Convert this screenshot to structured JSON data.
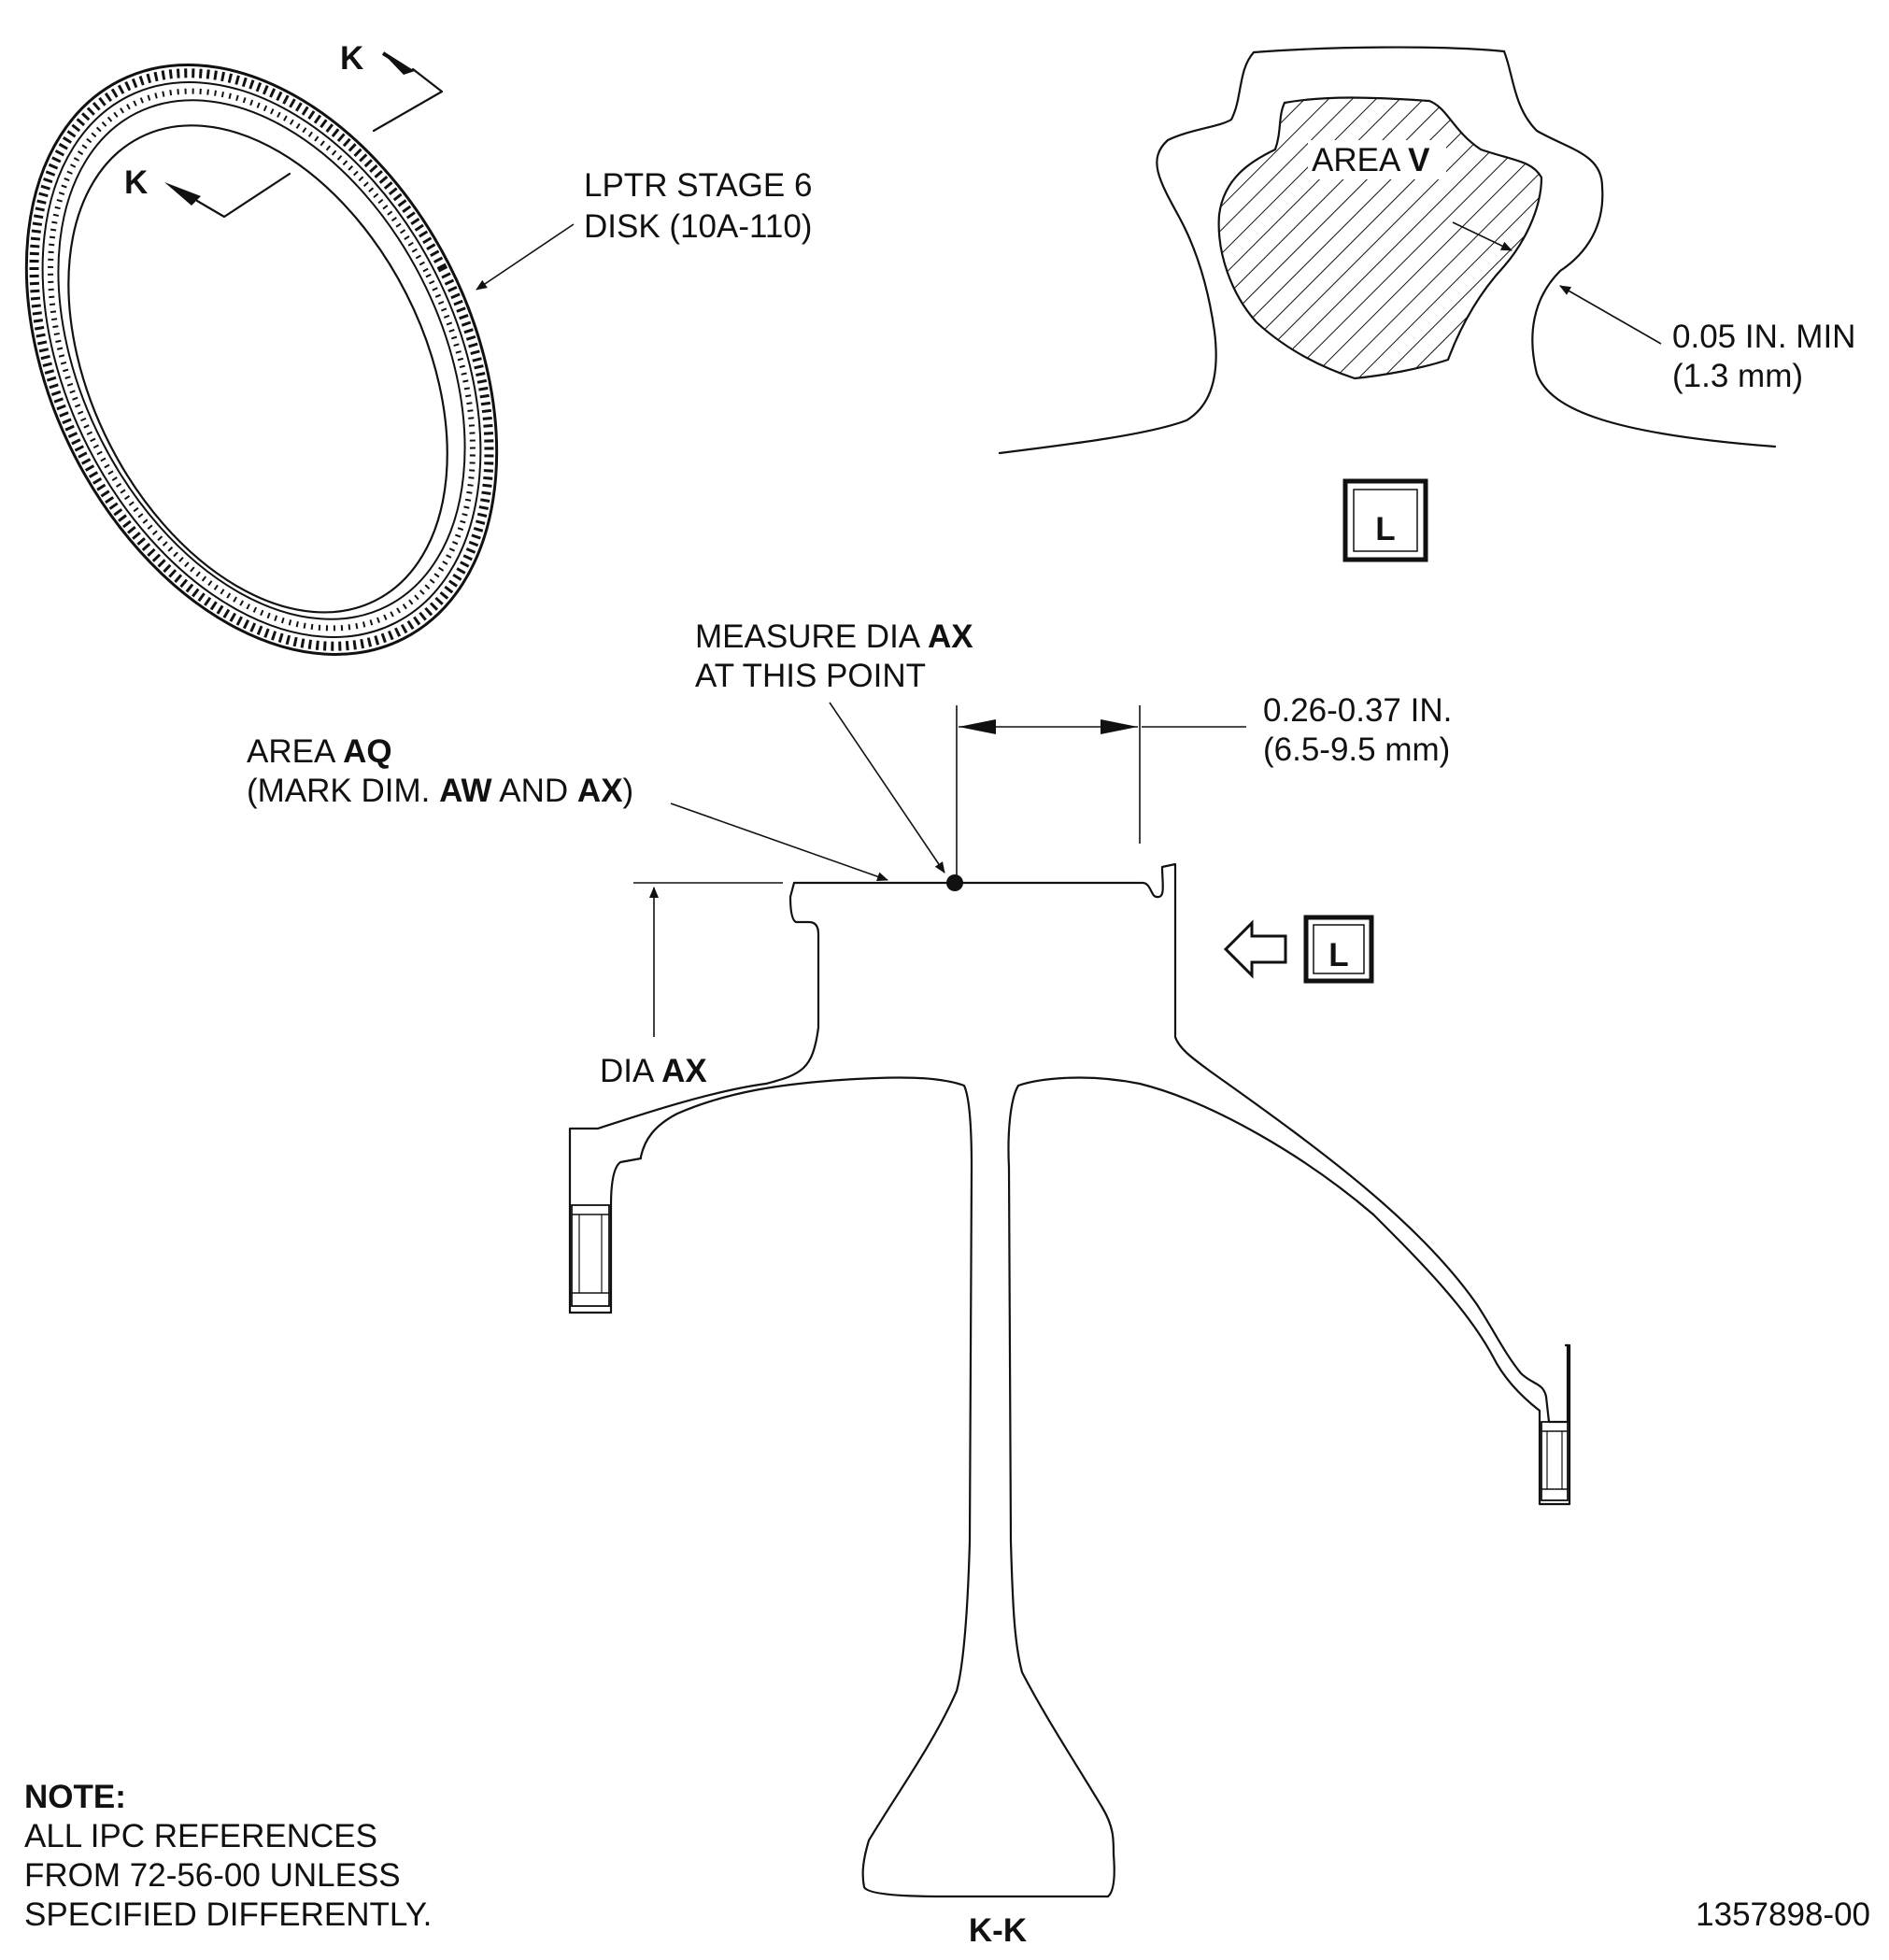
{
  "section_markers": {
    "upper": "K",
    "lower": "K"
  },
  "disk_label": {
    "line1": "LPTR STAGE 6",
    "line2": "DISK (10A-110)"
  },
  "detail_l": {
    "area_prefix": "AREA ",
    "area_name": "V",
    "dim_line1": "0.05 IN. MIN",
    "dim_line2": "(1.3 mm)",
    "box_letter": "L"
  },
  "measure_note": {
    "line1_prefix": "MEASURE DIA ",
    "line1_bold": "AX",
    "line2": "AT THIS POINT"
  },
  "spacing_dim": {
    "line1": "0.26-0.37 IN.",
    "line2": "(6.5-9.5 mm)"
  },
  "area_aq": {
    "line1_prefix": "AREA ",
    "line1_bold": "AQ",
    "line2_a": "(MARK DIM. ",
    "line2_b": "AW",
    "line2_c": " AND ",
    "line2_d": "AX",
    "line2_e": ")"
  },
  "dia_label": {
    "prefix": "DIA ",
    "bold": "AX"
  },
  "view_ref": {
    "letter": "L"
  },
  "section_title": "K-K",
  "note": {
    "heading": "NOTE:",
    "line1": "ALL IPC REFERENCES",
    "line2": "FROM 72-56-00 UNLESS",
    "line3": "SPECIFIED DIFFERENTLY."
  },
  "drawing_number": "1357898-00"
}
